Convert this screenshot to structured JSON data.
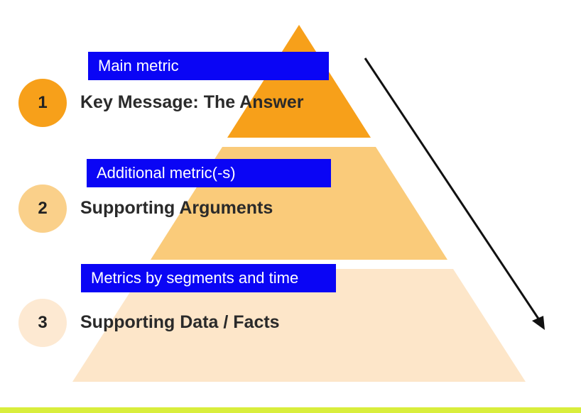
{
  "colors": {
    "tier1": "#F7A01A",
    "tier2": "#FACB7A",
    "tier3": "#FDE6C9",
    "circle1": "#F7A01A",
    "circle2": "#FAD08A",
    "circle3": "#FDE9D2",
    "tag_bg": "#0A05F5",
    "arrow": "#111111",
    "bottom_bar": "#D9EE3C"
  },
  "levels": [
    {
      "number": "1",
      "title": "Key Message: The Answer",
      "tag": "Main metric"
    },
    {
      "number": "2",
      "title": "Supporting Arguments",
      "tag": "Additional metric(-s)"
    },
    {
      "number": "3",
      "title": "Supporting Data / Facts",
      "tag": "Metrics by segments and time"
    }
  ]
}
